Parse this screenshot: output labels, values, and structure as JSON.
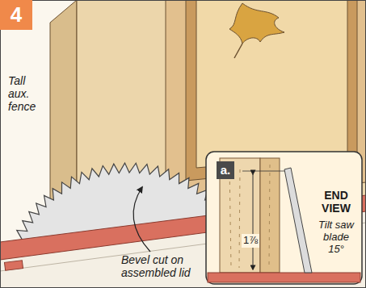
{
  "diagram": {
    "nodes": [
      {
        "text": [
          "4"
        ]
      },
      {
        "text": [
          "END VIEW",
          "Tilt saw blade 15°",
          "1⅞"
        ]
      },
      {
        "text": [
          "a."
        ],
        "in": 1
      }
    ],
    "labels": [
      "Tall aux. fence",
      "Bevel cut on assembled lid"
    ]
  }
}
